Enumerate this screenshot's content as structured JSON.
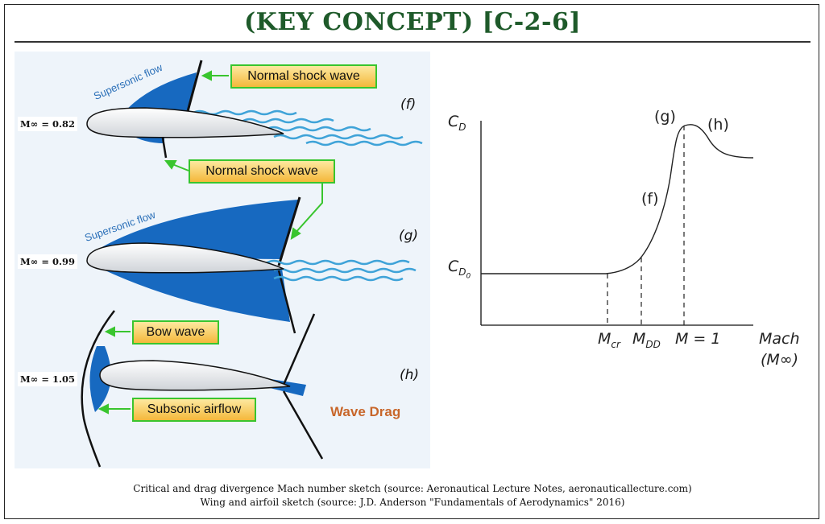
{
  "title": "(KEY CONCEPT) [C-2-6]",
  "captions": [
    "Critical and drag divergence Mach number sketch (source: Aeronautical Lecture Notes, aeronauticallecture.com)",
    "Wing and airfoil sketch (source: J.D. Anderson \"Fundamentals of Aerodynamics\" 2016)"
  ],
  "airfoil_cases": [
    {
      "mach_label": "M∞ = 0.82",
      "case_label": "(f)",
      "flow_label": "Supersonic flow"
    },
    {
      "mach_label": "M∞ = 0.99",
      "case_label": "(g)",
      "flow_label": "Supersonic flow"
    },
    {
      "mach_label": "M∞ = 1.05",
      "case_label": "(h)"
    }
  ],
  "callouts": {
    "normal_shock_top": "Normal shock wave",
    "normal_shock_mid": "Normal shock wave",
    "bow_wave": "Bow wave",
    "subsonic_airflow": "Subsonic airflow"
  },
  "wave_drag_label": "Wave Drag",
  "graph": {
    "y_axis": {
      "label": "C",
      "sub": "D"
    },
    "cd0": {
      "label": "C",
      "sub": "D",
      "subsub": "0"
    },
    "x_axis": {
      "line1": "Mach",
      "line2": "(M∞)"
    },
    "ticks": {
      "mcr": {
        "label": "M",
        "sub": "cr"
      },
      "mdd": {
        "label": "M",
        "sub": "DD"
      },
      "m1": "M = 1"
    },
    "points": {
      "f": "(f)",
      "g": "(g)",
      "h": "(h)"
    }
  },
  "colors": {
    "title": "#1e5a2a",
    "shock_region": "#1769c0",
    "callout_border": "#39c52e",
    "callout_fill": "#f4b83b",
    "wave_drag": "#c8662a",
    "panel_bg": "#eef4fa"
  }
}
